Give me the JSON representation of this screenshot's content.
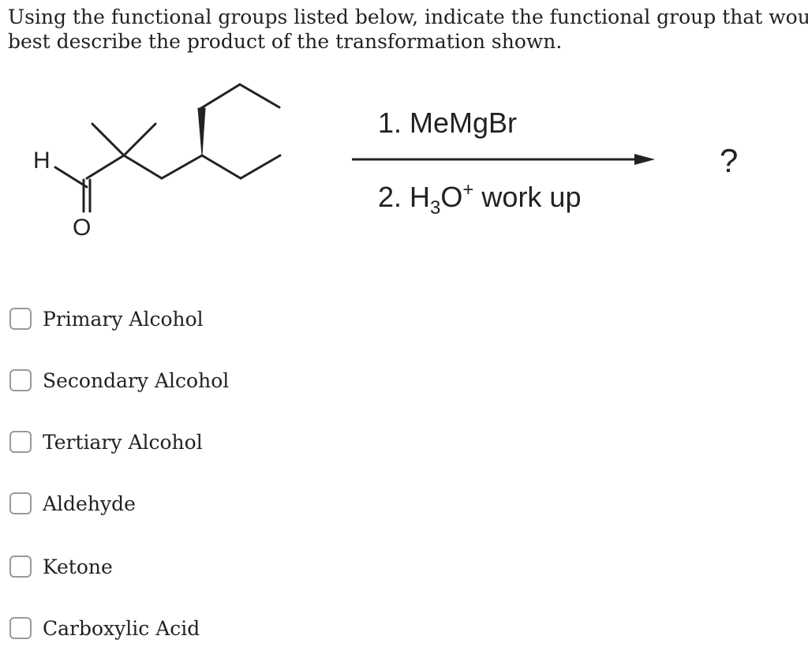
{
  "question": {
    "line1": "Using the functional groups listed below, indicate the functional group that would",
    "line2": "best describe the product of the transformation shown."
  },
  "scheme": {
    "atom_h": "H",
    "atom_o": "O",
    "reagent1": "1. MeMgBr",
    "reagent2_prefix": "2. H",
    "reagent2_sub": "3",
    "reagent2_o": "O",
    "reagent2_sup": "+",
    "reagent2_suffix": " work up",
    "product": "?"
  },
  "options": [
    {
      "label": "Primary Alcohol",
      "checked": false
    },
    {
      "label": "Secondary Alcohol",
      "checked": false
    },
    {
      "label": "Tertiary Alcohol",
      "checked": false
    },
    {
      "label": "Aldehyde",
      "checked": false
    },
    {
      "label": "Ketone",
      "checked": false
    },
    {
      "label": "Carboxylic Acid",
      "checked": false
    }
  ]
}
